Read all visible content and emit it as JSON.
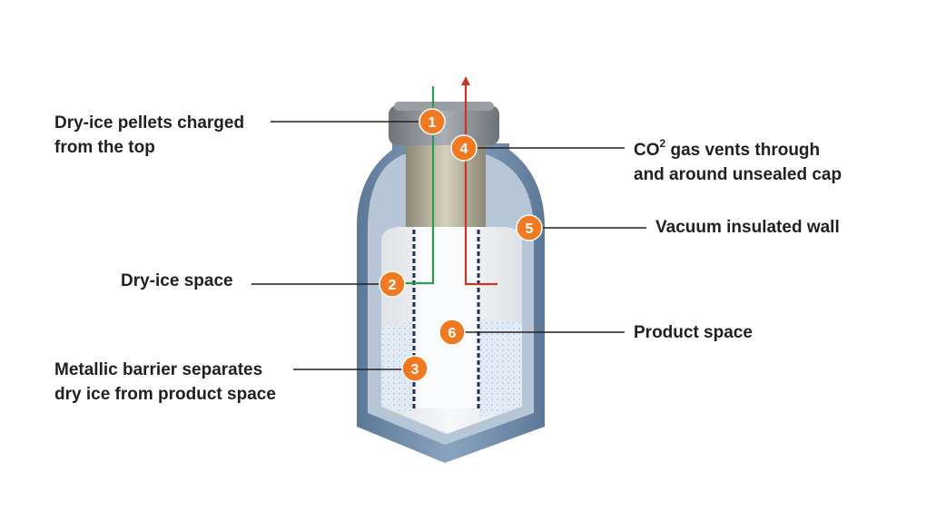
{
  "colors": {
    "shell": "#7a95b3",
    "shell_inner": "#a7bcd1",
    "cap": "#8a9095",
    "badge": "#ef7a22",
    "green_line": "#2e9b4b",
    "red_line": "#c0392b",
    "barrier": "#1d2b5e",
    "leader": "#231f20"
  },
  "callouts": [
    {
      "number": "1",
      "lines": [
        "Dry-ice pellets charged",
        "from the top"
      ]
    },
    {
      "number": "2",
      "lines": [
        "Dry-ice space"
      ]
    },
    {
      "number": "3",
      "lines": [
        "Metallic barrier separates",
        "dry ice from product space"
      ]
    },
    {
      "number": "4",
      "lines": [
        "CO",
        "2",
        " gas vents through",
        "and around unsealed cap"
      ]
    },
    {
      "number": "5",
      "lines": [
        "Vacuum insulated wall"
      ]
    },
    {
      "number": "6",
      "lines": [
        "Product space"
      ]
    }
  ]
}
